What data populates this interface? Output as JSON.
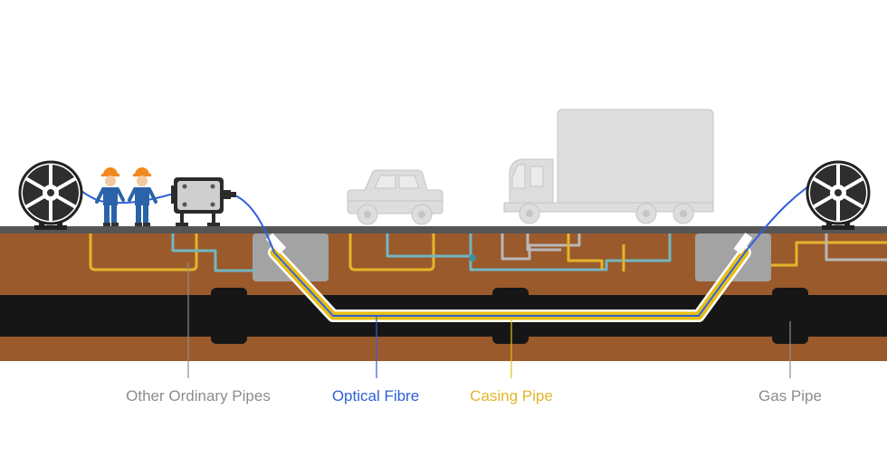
{
  "labels": {
    "other_pipes": "Other Ordinary Pipes",
    "optical_fibre": "Optical Fibre",
    "casing_pipe": "Casing Pipe",
    "gas_pipe": "Gas Pipe"
  },
  "colors": {
    "soil": "#9a5a2c",
    "gas_pipe": "#161616",
    "road": "#555555",
    "casing": "#e8bd12",
    "fibre": "#2f5fd8",
    "other_pipe_blue": "#72b6c2",
    "other_pipe_yellow": "#e3b52a",
    "other_pipe_grey": "#b8b8b8",
    "vehicle": "#dddddd",
    "label_grey": "#8c8c8c",
    "worker_suit": "#2a63a8",
    "worker_helmet": "#f08a1e"
  },
  "icons": [
    "cable-reel-icon",
    "worker-icon",
    "winch-machine-icon",
    "car-icon",
    "truck-icon"
  ]
}
